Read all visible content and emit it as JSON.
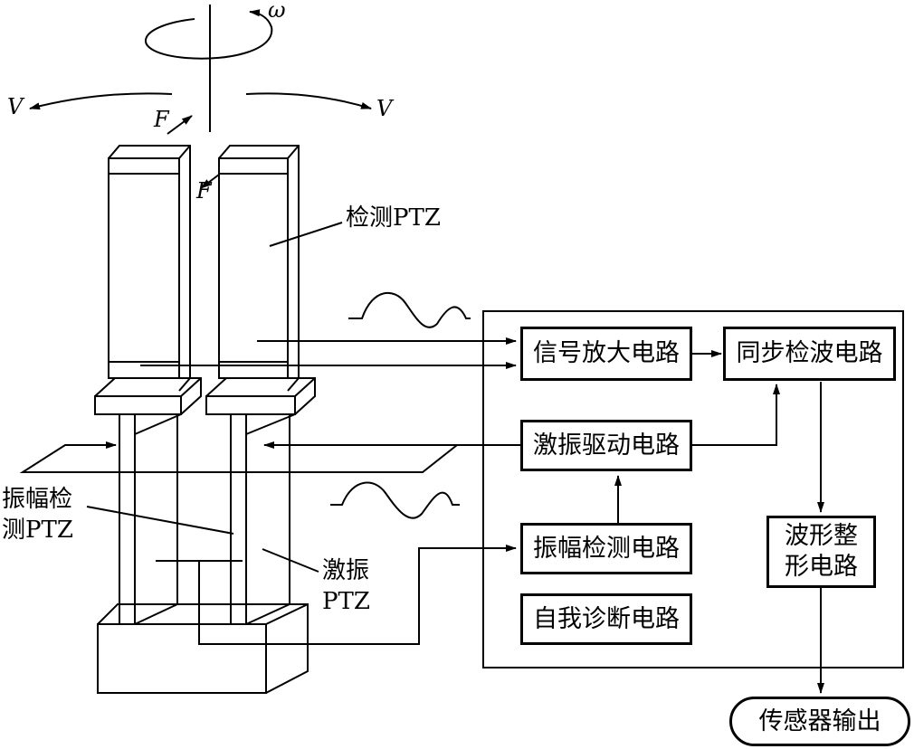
{
  "symbols": {
    "omega": "ω",
    "v_left": "V",
    "v_right": "V",
    "f_upper": "F",
    "f_lower": "F"
  },
  "labels": {
    "detect_ptz": "检测PTZ",
    "amp_detect_ptz_line1": "振幅检",
    "amp_detect_ptz_line2": "测PTZ",
    "excite_ptz_line1": "激振",
    "excite_ptz_line2": "PTZ"
  },
  "blocks": {
    "signal_amp": "信号放大电路",
    "sync_detect": "同步检波电路",
    "excite_drive": "激振驱动电路",
    "amp_detect": "振幅检测电路",
    "self_diag": "自我诊断电路",
    "wave_shape_line1": "波形整",
    "wave_shape_line2": "形电路",
    "sensor_output": "传感器输出"
  },
  "colors": {
    "line": "#000000",
    "background": "#ffffff"
  }
}
